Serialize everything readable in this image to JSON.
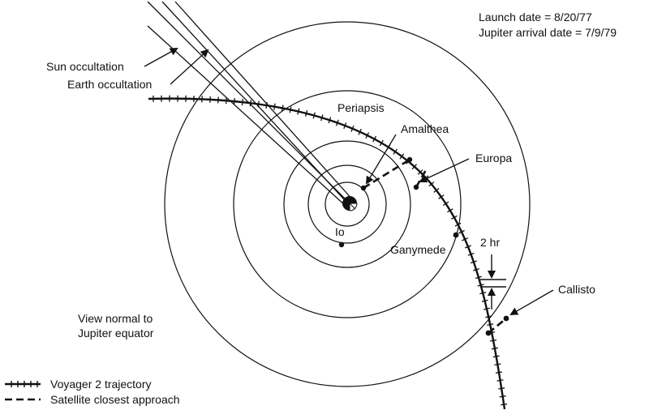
{
  "header": {
    "launch": "Launch date  =  8/20/77",
    "arrival": "Jupiter arrival date  =  7/9/79"
  },
  "labels": {
    "sun_occultation": "Sun occultation",
    "earth_occultation": "Earth occultation",
    "periapsis": "Periapsis",
    "amalthea": "Amalthea",
    "europa": "Europa",
    "io": "Io",
    "ganymede": "Ganymede",
    "two_hr": "2 hr",
    "callisto": "Callisto",
    "view_line1": "View normal to",
    "view_line2": "Jupiter equator"
  },
  "legend": {
    "trajectory": "Voyager 2 trajectory",
    "closest_approach": "Satellite closest approach"
  },
  "colors": {
    "ink": "#111111",
    "background": "#ffffff"
  }
}
